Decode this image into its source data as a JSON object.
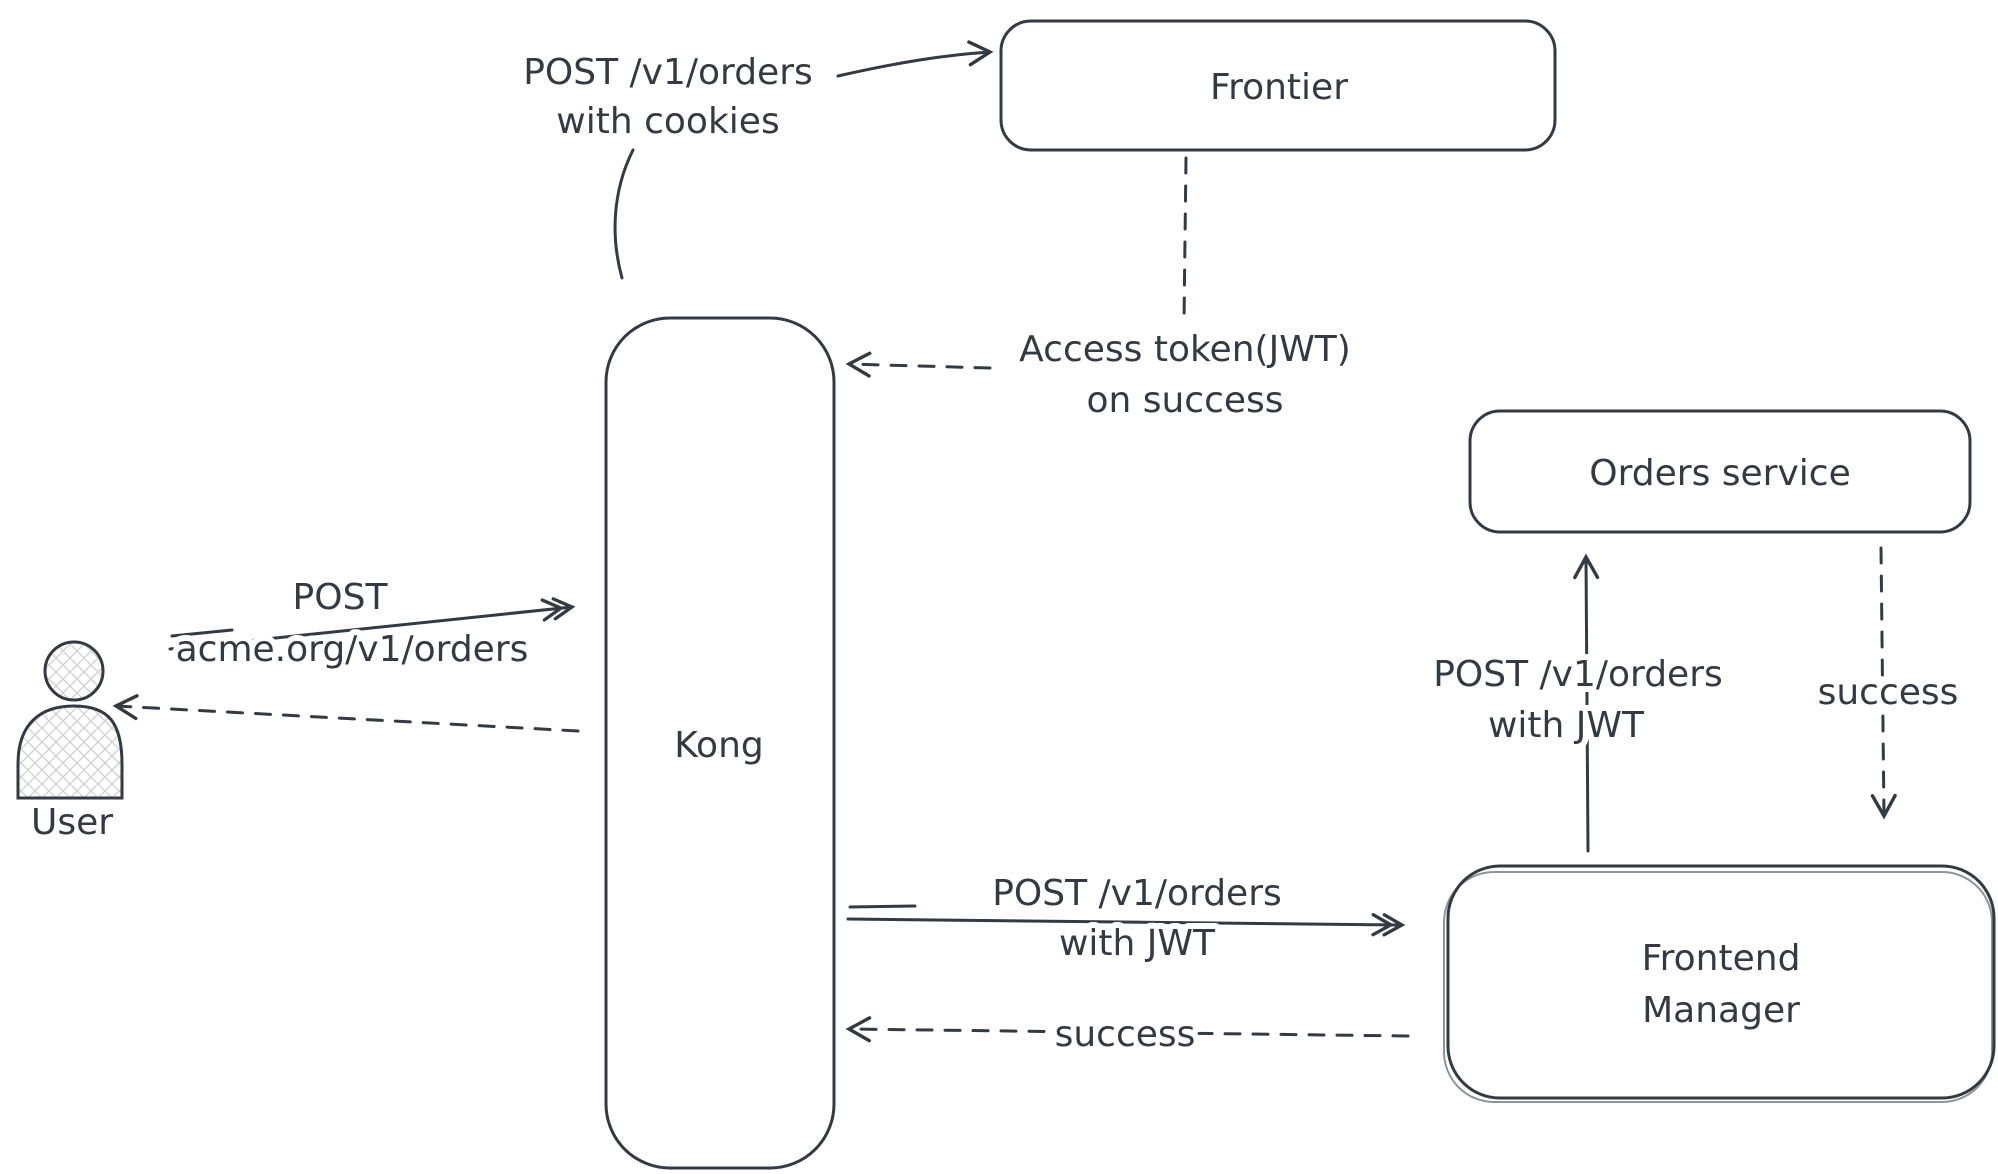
{
  "diagram": {
    "colors": {
      "ink": "#343a42",
      "background": "#ffffff",
      "hatch": "#d3d3d3"
    },
    "nodes": {
      "frontier": {
        "label": "Frontier"
      },
      "kong": {
        "label": "Kong"
      },
      "orders_service": {
        "label": "Orders service"
      },
      "frontend_manager": {
        "line1": "Frontend",
        "line2": "Manager"
      },
      "user": {
        "label": "User"
      }
    },
    "edges": {
      "kong_to_frontier": {
        "line1": "POST /v1/orders",
        "line2": "with cookies"
      },
      "frontier_to_kong": {
        "line1": "Access token(JWT)",
        "line2": "on success"
      },
      "user_to_kong": {
        "line1": "POST",
        "line2": "acme.org/v1/orders"
      },
      "kong_to_frontend": {
        "line1": "POST /v1/orders",
        "line2": "with JWT"
      },
      "frontend_to_kong": {
        "label": "success"
      },
      "frontend_to_orders": {
        "line1": "POST /v1/orders",
        "line2": "with JWT"
      },
      "orders_to_frontend": {
        "label": "success"
      }
    }
  }
}
